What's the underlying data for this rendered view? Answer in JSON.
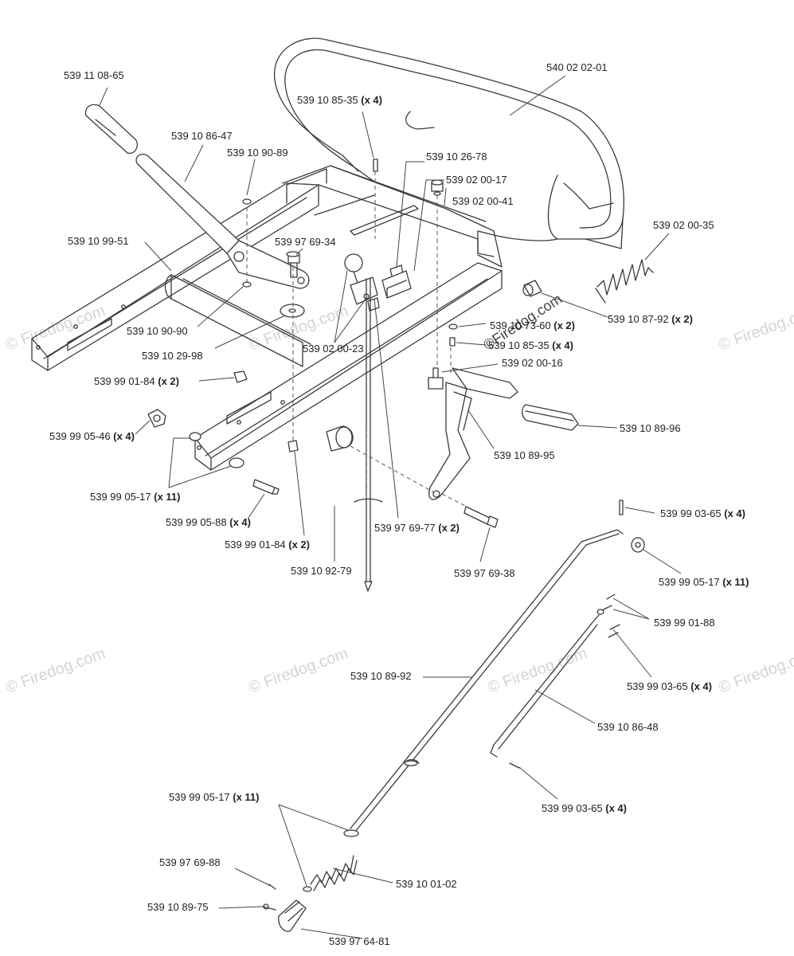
{
  "watermark": {
    "text": "© Firedog.com",
    "overlay": "©Firedog.com"
  },
  "callouts": [
    {
      "id": "c-539-11-08-65",
      "part": "539 11 08-65",
      "qty": ""
    },
    {
      "id": "c-540-02-02-01",
      "part": "540 02 02-01",
      "qty": ""
    },
    {
      "id": "c-539-10-85-35-a",
      "part": "539 10 85-35",
      "qty": "(x 4)"
    },
    {
      "id": "c-539-10-86-47",
      "part": "539 10 86-47",
      "qty": ""
    },
    {
      "id": "c-539-10-90-89",
      "part": "539 10 90-89",
      "qty": ""
    },
    {
      "id": "c-539-10-26-78",
      "part": "539 10 26-78",
      "qty": ""
    },
    {
      "id": "c-539-02-00-17",
      "part": "539 02 00-17",
      "qty": ""
    },
    {
      "id": "c-539-02-00-41",
      "part": "539 02 00-41",
      "qty": ""
    },
    {
      "id": "c-539-02-00-35",
      "part": "539 02 00-35",
      "qty": ""
    },
    {
      "id": "c-539-10-99-51",
      "part": "539 10 99-51",
      "qty": ""
    },
    {
      "id": "c-539-97-69-34",
      "part": "539 97 69-34",
      "qty": ""
    },
    {
      "id": "c-539-10-87-92",
      "part": "539 10 87-92",
      "qty": "(x 2)"
    },
    {
      "id": "c-539-10-90-90",
      "part": "539 10 90-90",
      "qty": ""
    },
    {
      "id": "c-539-10-73-60",
      "part": "539 10 73-60",
      "qty": "(x 2)"
    },
    {
      "id": "c-539-10-29-98",
      "part": "539 10 29-98",
      "qty": ""
    },
    {
      "id": "c-539-02-00-23",
      "part": "539 02 00-23",
      "qty": ""
    },
    {
      "id": "c-539-10-85-35-b",
      "part": "539 10 85-35",
      "qty": "(x 4)"
    },
    {
      "id": "c-539-02-00-16",
      "part": "539 02 00-16",
      "qty": ""
    },
    {
      "id": "c-539-99-01-84-a",
      "part": "539 99 01-84",
      "qty": "(x 2)"
    },
    {
      "id": "c-539-10-89-96",
      "part": "539 10 89-96",
      "qty": ""
    },
    {
      "id": "c-539-99-05-46",
      "part": "539 99 05-46",
      "qty": "(x 4)"
    },
    {
      "id": "c-539-10-89-95",
      "part": "539 10 89-95",
      "qty": ""
    },
    {
      "id": "c-539-99-05-17-a",
      "part": "539 99 05-17",
      "qty": "(x 11)"
    },
    {
      "id": "c-539-99-05-88",
      "part": "539 99 05-88",
      "qty": "(x 4)"
    },
    {
      "id": "c-539-97-69-77",
      "part": "539 97 69-77",
      "qty": "(x 2)"
    },
    {
      "id": "c-539-99-03-65-a",
      "part": "539 99 03-65",
      "qty": "(x 4)"
    },
    {
      "id": "c-539-99-01-84-b",
      "part": "539 99 01-84",
      "qty": "(x 2)"
    },
    {
      "id": "c-539-97-69-38",
      "part": "539 97 69-38",
      "qty": ""
    },
    {
      "id": "c-539-99-05-17-b",
      "part": "539 99 05-17",
      "qty": "(x 11)"
    },
    {
      "id": "c-539-10-92-79",
      "part": "539 10 92-79",
      "qty": ""
    },
    {
      "id": "c-539-99-01-88",
      "part": "539 99 01-88",
      "qty": ""
    },
    {
      "id": "c-539-10-89-92",
      "part": "539 10 89-92",
      "qty": ""
    },
    {
      "id": "c-539-99-03-65-b",
      "part": "539 99 03-65",
      "qty": "(x 4)"
    },
    {
      "id": "c-539-10-86-48",
      "part": "539 10 86-48",
      "qty": ""
    },
    {
      "id": "c-539-99-03-65-c",
      "part": "539 99 03-65",
      "qty": "(x 4)"
    },
    {
      "id": "c-539-99-05-17-c",
      "part": "539 99 05-17",
      "qty": "(x 11)"
    },
    {
      "id": "c-539-97-69-88",
      "part": "539 97 69-88",
      "qty": ""
    },
    {
      "id": "c-539-10-01-02",
      "part": "539 10 01-02",
      "qty": ""
    },
    {
      "id": "c-539-10-89-75",
      "part": "539 10 89-75",
      "qty": ""
    },
    {
      "id": "c-539-97-64-81",
      "part": "539 97 64-81",
      "qty": ""
    }
  ]
}
